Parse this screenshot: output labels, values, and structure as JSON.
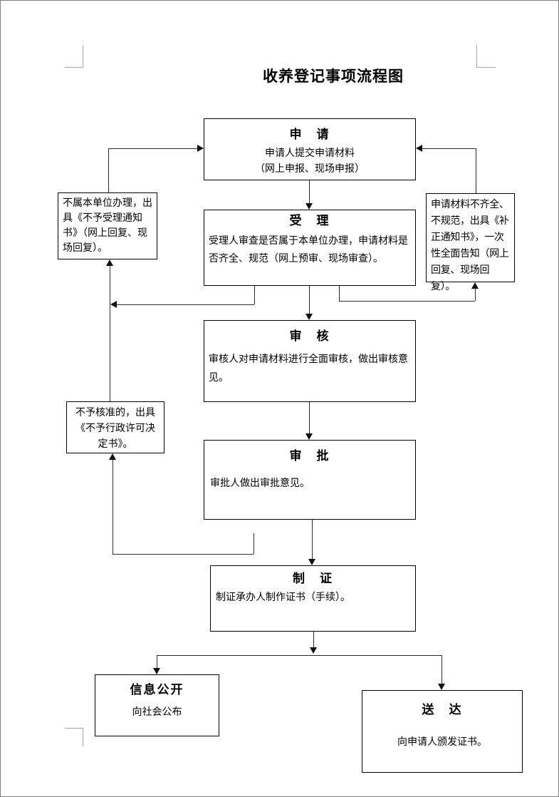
{
  "title": "收养登记事项流程图",
  "boxes": {
    "apply": {
      "heading": "申　请",
      "line1": "申请人提交申请材料",
      "line2": "（网上申报、现场申报）"
    },
    "accept": {
      "heading": "受　理",
      "body": "受理人审查是否属于本单位办理，申请材料是\n否齐全、规范（网上预审、现场审查）。"
    },
    "reject": {
      "body": "不属本单位办理，出\n具《不予受理通知\n书》（网上回复、现\n场回复）。"
    },
    "supplement": {
      "body": "申请材料不齐全、\n不规范，出具《补\n正通知书》，一次\n性全面告知（网上\n回复、现场回复）。"
    },
    "review": {
      "heading": "审　核",
      "body": "审核人对申请材料进行全面审核，做出审核意\n见。"
    },
    "deny": {
      "body": "不予核准的，出具\n《不予行政许可决\n定书》。"
    },
    "approve": {
      "heading": "审　批",
      "body": "审批人做出审批意见。"
    },
    "certificate": {
      "heading": "制　证",
      "body": "制证承办人制作证书（手续）。"
    },
    "disclosure": {
      "heading": "信息公开",
      "body": "向社会公布"
    },
    "delivery": {
      "heading": "送　达",
      "body": "向申请人颁发证书。"
    }
  },
  "colors": {
    "line": "#2b2b2b",
    "box_border": "#000000",
    "background": "#ffffff",
    "margin_mark": "#a6a6a6",
    "text": "#000000"
  }
}
